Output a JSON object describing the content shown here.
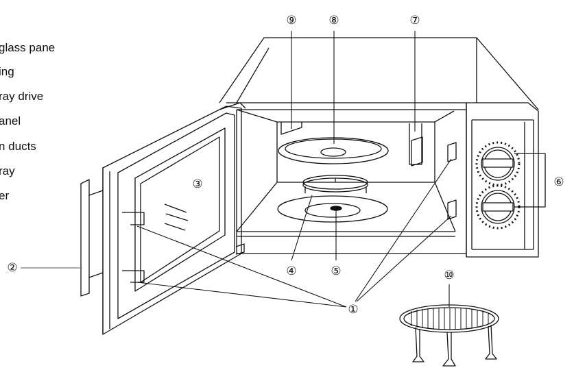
{
  "legend": [
    "glass pane",
    "ing",
    "ray drive",
    "anel",
    "n ducts",
    "ray",
    "er"
  ],
  "callouts": {
    "c1": "①",
    "c2": "②",
    "c3": "③",
    "c4": "④",
    "c5": "⑤",
    "c6": "⑥",
    "c7": "⑦",
    "c8": "⑧",
    "c9": "⑨",
    "c10": "⑩"
  }
}
